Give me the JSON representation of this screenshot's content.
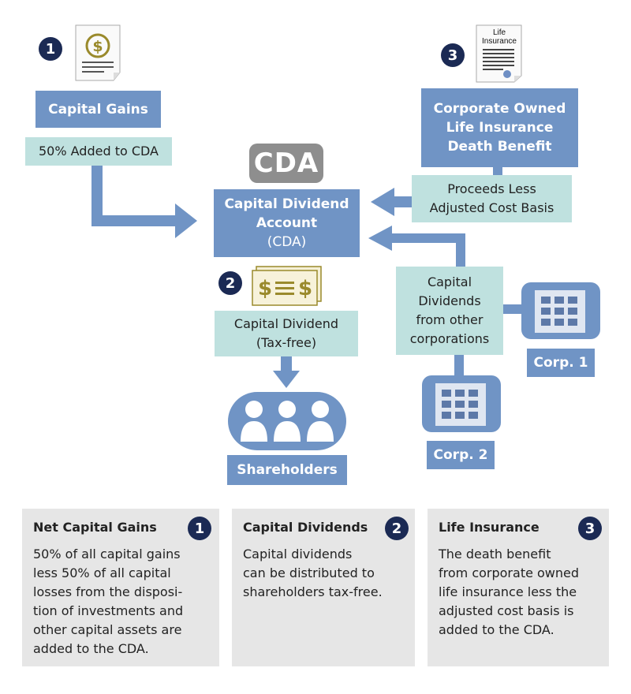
{
  "badges": {
    "one": "1",
    "two": "2",
    "three": "3"
  },
  "document": {
    "label_line1": "Life",
    "label_line2": "Insurance"
  },
  "capital_gains": {
    "title": "Capital Gains",
    "added": "50% Added to CDA"
  },
  "cda": {
    "logo": "CDA",
    "account_lines": [
      "Capital Dividend",
      "Account",
      "(CDA)"
    ]
  },
  "insurance": {
    "title_lines": [
      "Corporate Owned",
      "Life Insurance",
      "Death Benefit"
    ],
    "proceeds_lines": [
      "Proceeds Less",
      "Adjusted Cost Basis"
    ]
  },
  "capital_dividend": {
    "lines": [
      "Capital Dividend",
      "(Tax-free)"
    ]
  },
  "shareholders": "Shareholders",
  "other_corps": {
    "lines": [
      "Capital",
      "Dividends",
      "from other",
      "corporations"
    ],
    "corp1": "Corp. 1",
    "corp2": "Corp. 2"
  },
  "cards": [
    {
      "title": "Net Capital Gains",
      "badge": "1",
      "lines": [
        "50% of all capital gains",
        "less 50% of all capital",
        "losses from the disposi-",
        "tion of investments and",
        "other capital assets are",
        "added to the CDA."
      ]
    },
    {
      "title": "Capital Dividends",
      "badge": "2",
      "lines": [
        "Capital dividends",
        "can be distributed to",
        "shareholders tax-free."
      ]
    },
    {
      "title": "Life Insurance",
      "badge": "3",
      "lines": [
        "The death benefit",
        "from corporate owned",
        "life insurance less the",
        "adjusted cost basis is",
        "added to the CDA."
      ]
    }
  ],
  "colors": {
    "box_blue": "#7094c5",
    "box_teal": "#bfe1df",
    "badge_navy": "#1b2a54",
    "cda_logo_gray": "#8e8e8e",
    "money_gold": "#9a8a2c",
    "card_gray": "#e6e6e6"
  },
  "icons": [
    "dollar-document-icon",
    "life-insurance-document-icon",
    "money-bills-icon",
    "shareholders-people-icon",
    "building-icon"
  ]
}
